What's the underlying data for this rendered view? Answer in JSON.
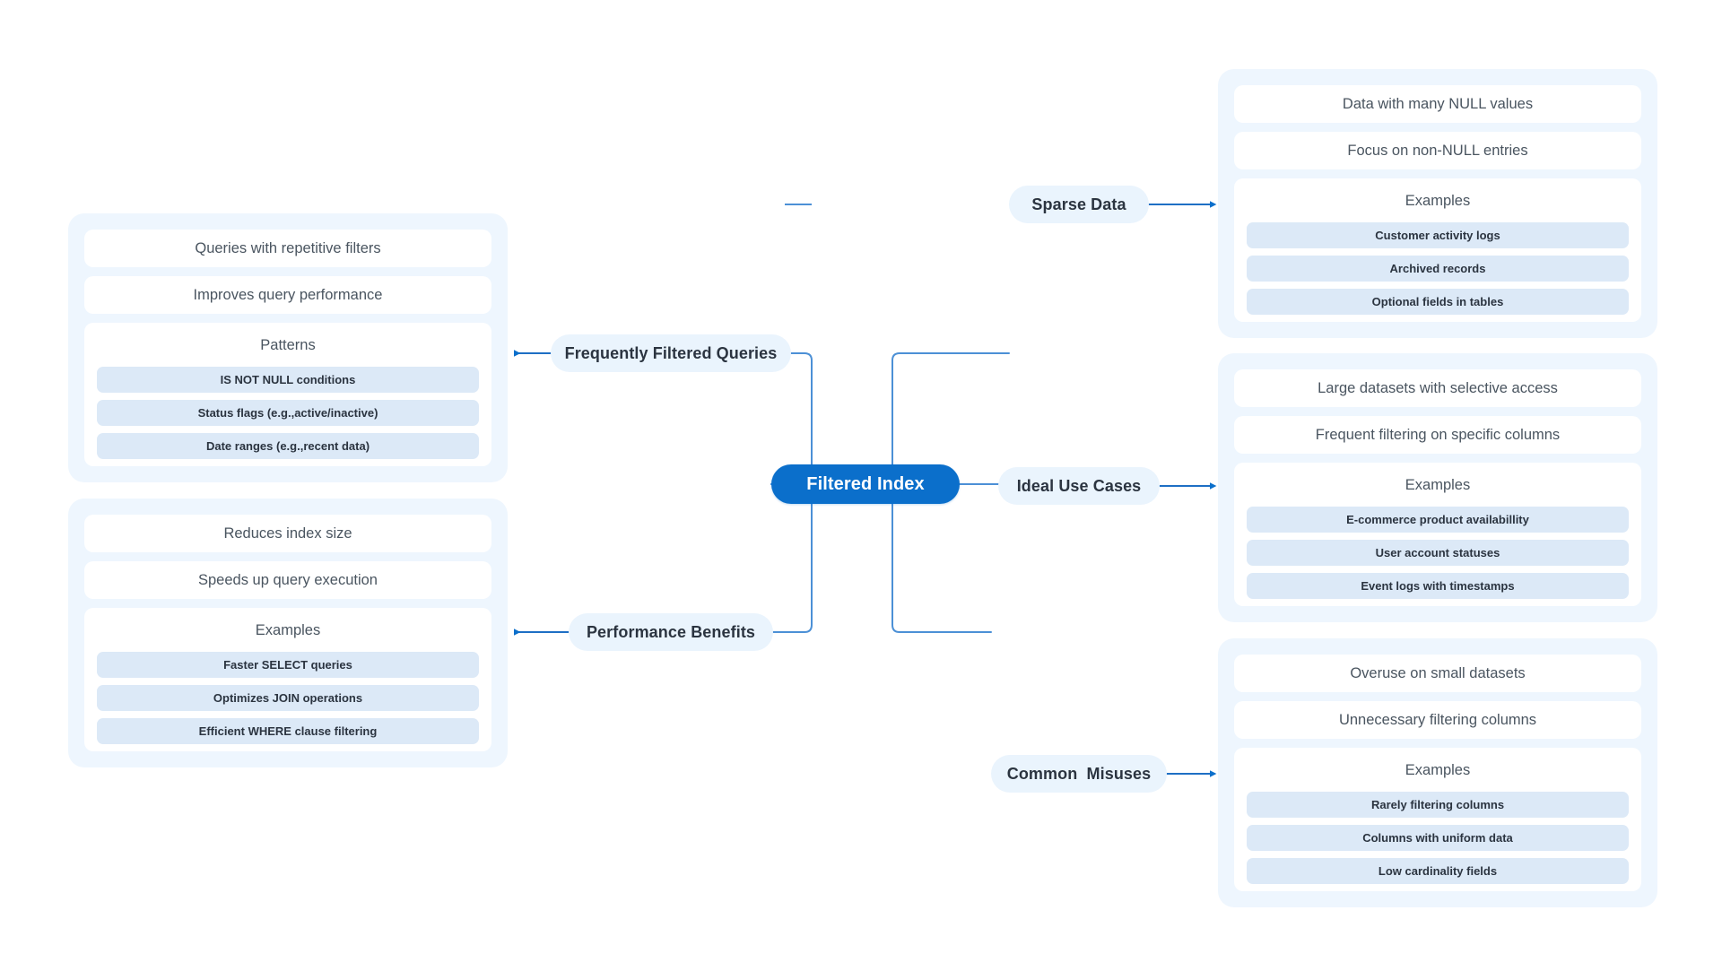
{
  "diagram": {
    "type": "mindmap",
    "root": {
      "label": "Filtered Index",
      "color": "#0B6FCB"
    },
    "theme": {
      "panel_bg": "#EEF6FE",
      "card_bg": "#FFFFFF",
      "chip_bg": "#DCE9F7",
      "pill_bg": "#EAF4FD",
      "connector": "#3E86CE",
      "text": "#2B3440",
      "muted_text": "#4A5560"
    },
    "branches": [
      {
        "id": "frequently-filtered-queries",
        "label": "Frequently Filtered Queries",
        "side": "left",
        "points": [
          "Queries with repetitive filters",
          "Improves query performance"
        ],
        "group": {
          "title": "Patterns",
          "items": [
            "IS NOT NULL conditions",
            "Status flags (e.g.,active/inactive)",
            "Date ranges (e.g.,recent data)"
          ]
        }
      },
      {
        "id": "performance-benefits",
        "label": "Performance Benefits",
        "side": "left",
        "points": [
          "Reduces index size",
          "Speeds up query execution"
        ],
        "group": {
          "title": "Examples",
          "items": [
            "Faster SELECT queries",
            "Optimizes JOIN operations",
            "Efficient WHERE clause filtering"
          ]
        }
      },
      {
        "id": "sparse-data",
        "label": "Sparse Data",
        "side": "right",
        "points": [
          "Data with many NULL values",
          "Focus on non-NULL entries"
        ],
        "group": {
          "title": "Examples",
          "items": [
            "Customer activity logs",
            "Archived records",
            "Optional fields in tables"
          ]
        }
      },
      {
        "id": "ideal-use-cases",
        "label": "Ideal Use Cases",
        "side": "right",
        "points": [
          "Large datasets with selective access",
          "Frequent filtering on specific columns"
        ],
        "group": {
          "title": "Examples",
          "items": [
            "E-commerce product availabillity",
            "User account statuses",
            "Event logs with timestamps"
          ]
        }
      },
      {
        "id": "common-misuses",
        "label": "Common  Misuses",
        "side": "right",
        "points": [
          "Overuse on small datasets",
          "Unnecessary filtering columns"
        ],
        "group": {
          "title": "Examples",
          "items": [
            "Rarely filtering columns",
            "Columns with uniform data",
            "Low cardinality fields"
          ]
        }
      }
    ]
  }
}
